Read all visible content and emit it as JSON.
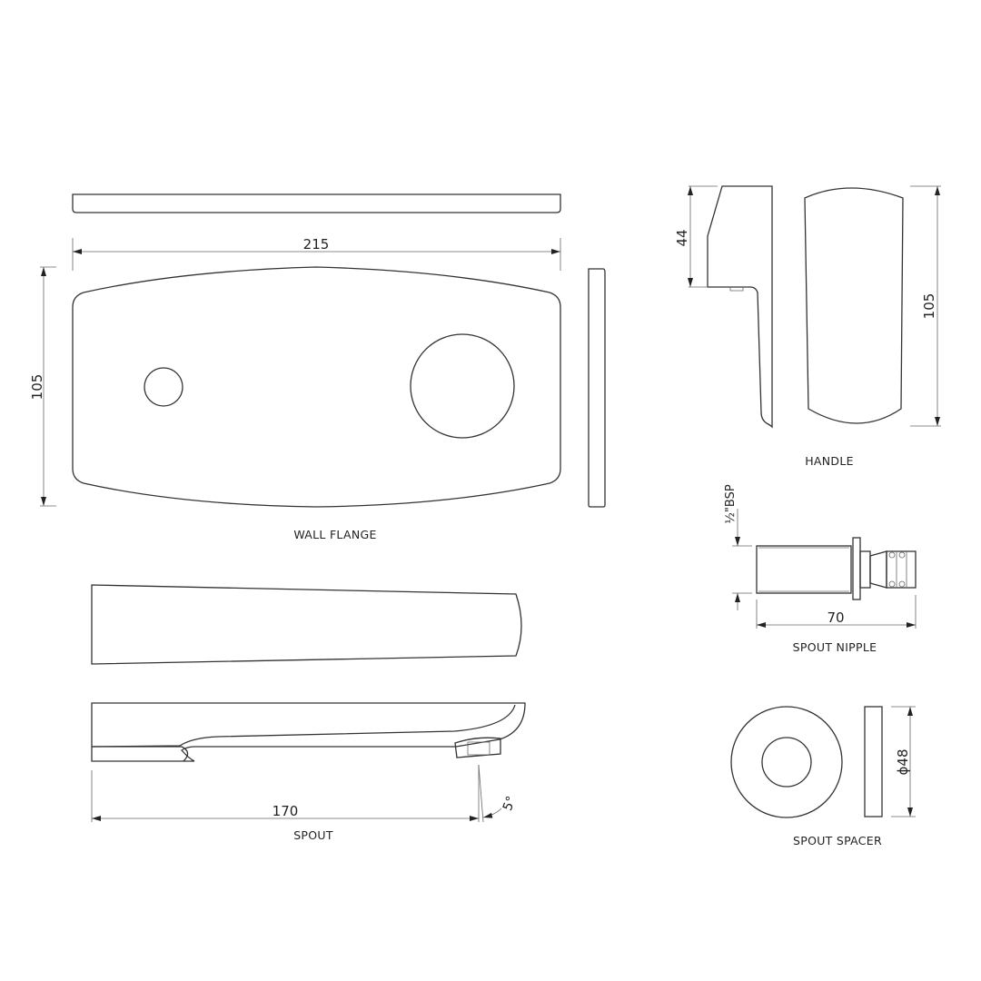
{
  "drawing": {
    "stroke_color": "#333333",
    "background": "#ffffff"
  },
  "wall_flange": {
    "label": "WALL FLANGE",
    "width_dim": "215",
    "height_dim": "105"
  },
  "handle": {
    "label": "HANDLE",
    "depth_dim": "44",
    "height_dim": "105"
  },
  "spout_nipple": {
    "label": "SPOUT NIPPLE",
    "thread_dim": "½\"BSP",
    "length_dim": "70"
  },
  "spout": {
    "label": "SPOUT",
    "length_dim": "170",
    "angle_dim": "5°"
  },
  "spout_spacer": {
    "label": "SPOUT SPACER",
    "diameter_dim": "ϕ48"
  }
}
